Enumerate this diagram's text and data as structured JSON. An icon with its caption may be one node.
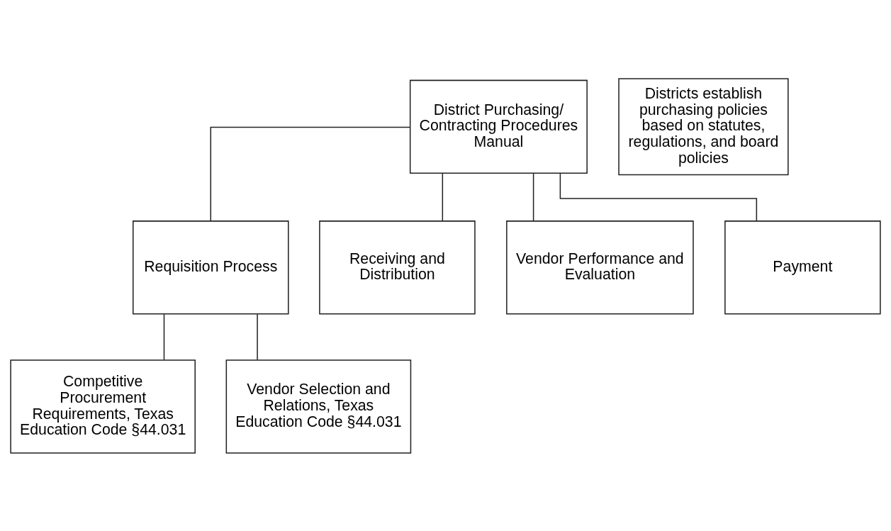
{
  "diagram": {
    "nodes": [
      {
        "text": [
          "District Purchasing/ Contracting Procedures Manual"
        ]
      },
      {
        "text": [
          "Districts establish purchasing policies based on statutes, regulations, and board policies"
        ]
      },
      {
        "text": [
          "Requisition Process"
        ]
      },
      {
        "text": [
          "Receiving and Distribution"
        ]
      },
      {
        "text": [
          "Vendor Performance and Evaluation"
        ]
      },
      {
        "text": [
          "Payment"
        ]
      },
      {
        "text": [
          "Competitive Procurement Requirements, Texas Education Code §44.031"
        ]
      },
      {
        "text": [
          "Vendor Selection and Relations, Texas Education Code §44.031"
        ]
      }
    ],
    "edges": [
      {
        "from": 0,
        "to": 2,
        "arrow": "none"
      },
      {
        "from": 0,
        "to": 3,
        "arrow": "none"
      },
      {
        "from": 0,
        "to": 4,
        "arrow": "none"
      },
      {
        "from": 0,
        "to": 5,
        "arrow": "none"
      },
      {
        "from": 2,
        "to": 6,
        "arrow": "none"
      },
      {
        "from": 2,
        "to": 7,
        "arrow": "none"
      }
    ]
  }
}
